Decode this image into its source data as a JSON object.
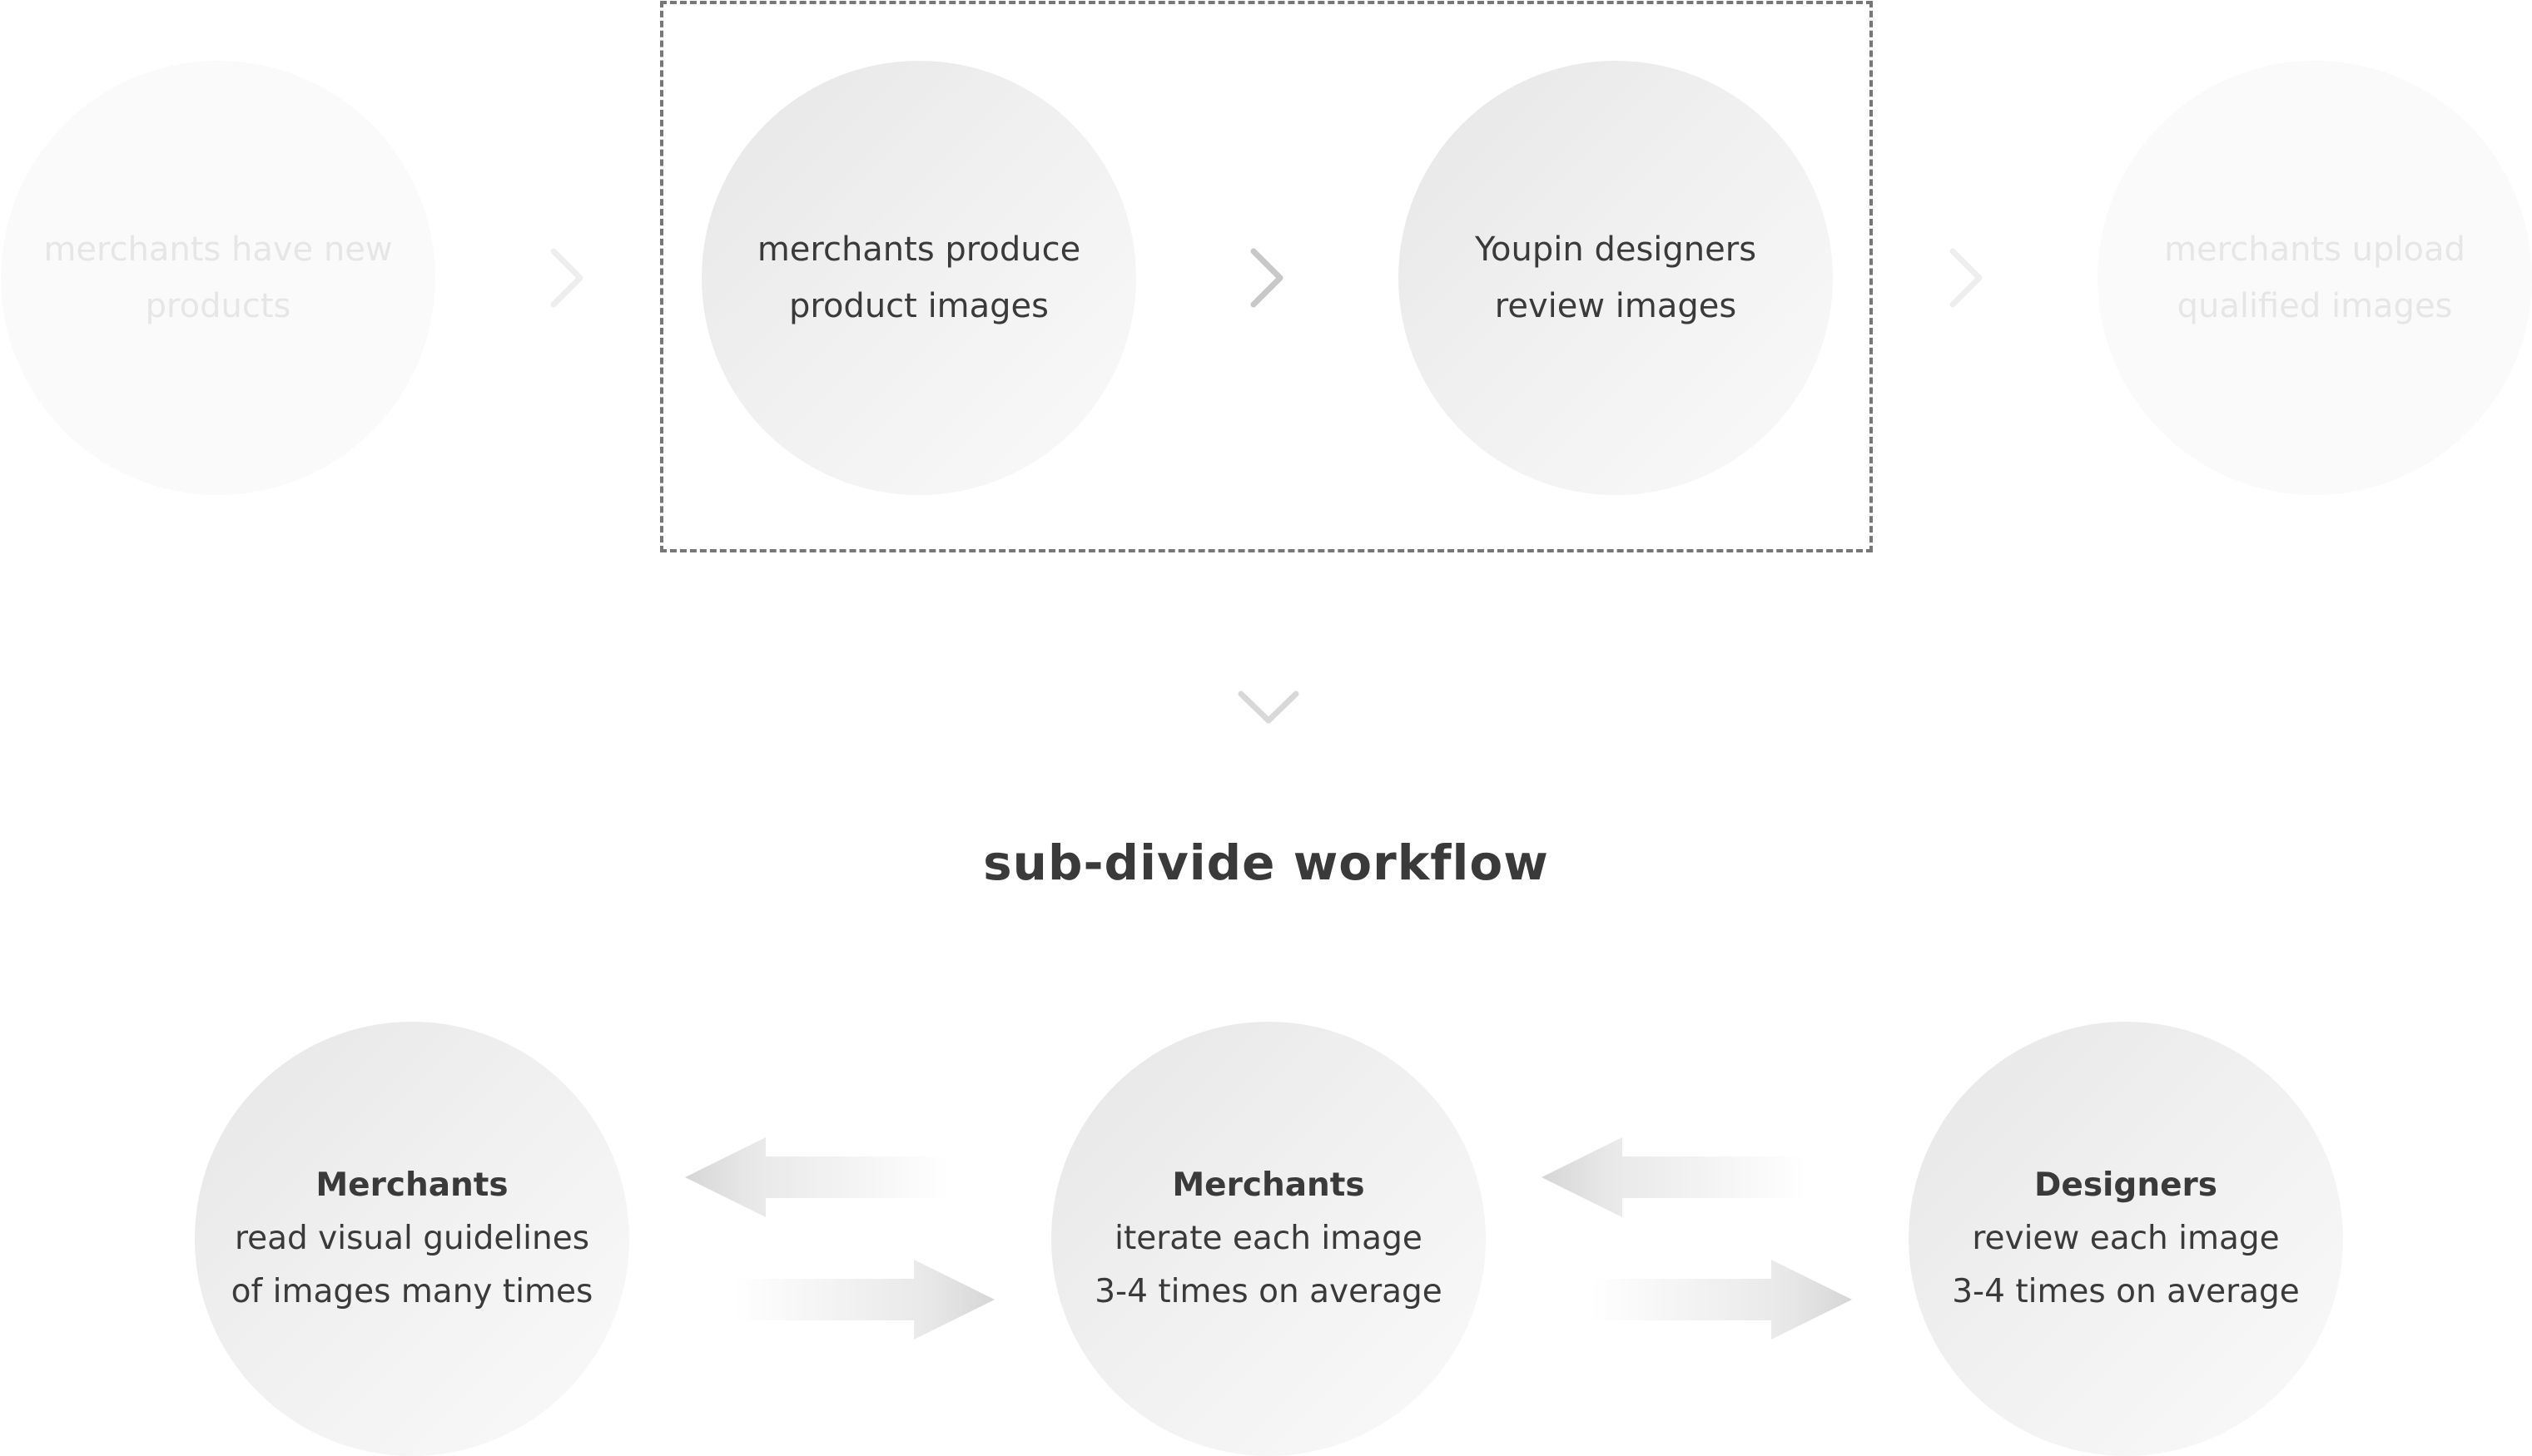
{
  "top_flow": {
    "steps": [
      {
        "lines": [
          "merchants have new",
          "products"
        ],
        "state": "faded"
      },
      {
        "lines": [
          "merchants produce",
          "product images"
        ],
        "state": "active"
      },
      {
        "lines": [
          "Youpin designers",
          "review images"
        ],
        "state": "active"
      },
      {
        "lines": [
          "merchants upload",
          "qualified images"
        ],
        "state": "faded"
      }
    ]
  },
  "title": "sub-divide workflow",
  "bottom_flow": {
    "nodes": [
      {
        "heading": "Merchants",
        "lines": [
          "read visual guidelines",
          "of images many times"
        ]
      },
      {
        "heading": "Merchants",
        "lines": [
          "iterate each image",
          "3-4 times on average"
        ]
      },
      {
        "heading": "Designers",
        "lines": [
          "review each image",
          "3-4 times on average"
        ]
      }
    ]
  },
  "colors": {
    "text": "#3a3a3a",
    "faded_text": "#e6e6e6",
    "chevron_active": "#c8c8c8",
    "chevron_faded": "#eeeeee",
    "dashed_border": "#777777"
  }
}
